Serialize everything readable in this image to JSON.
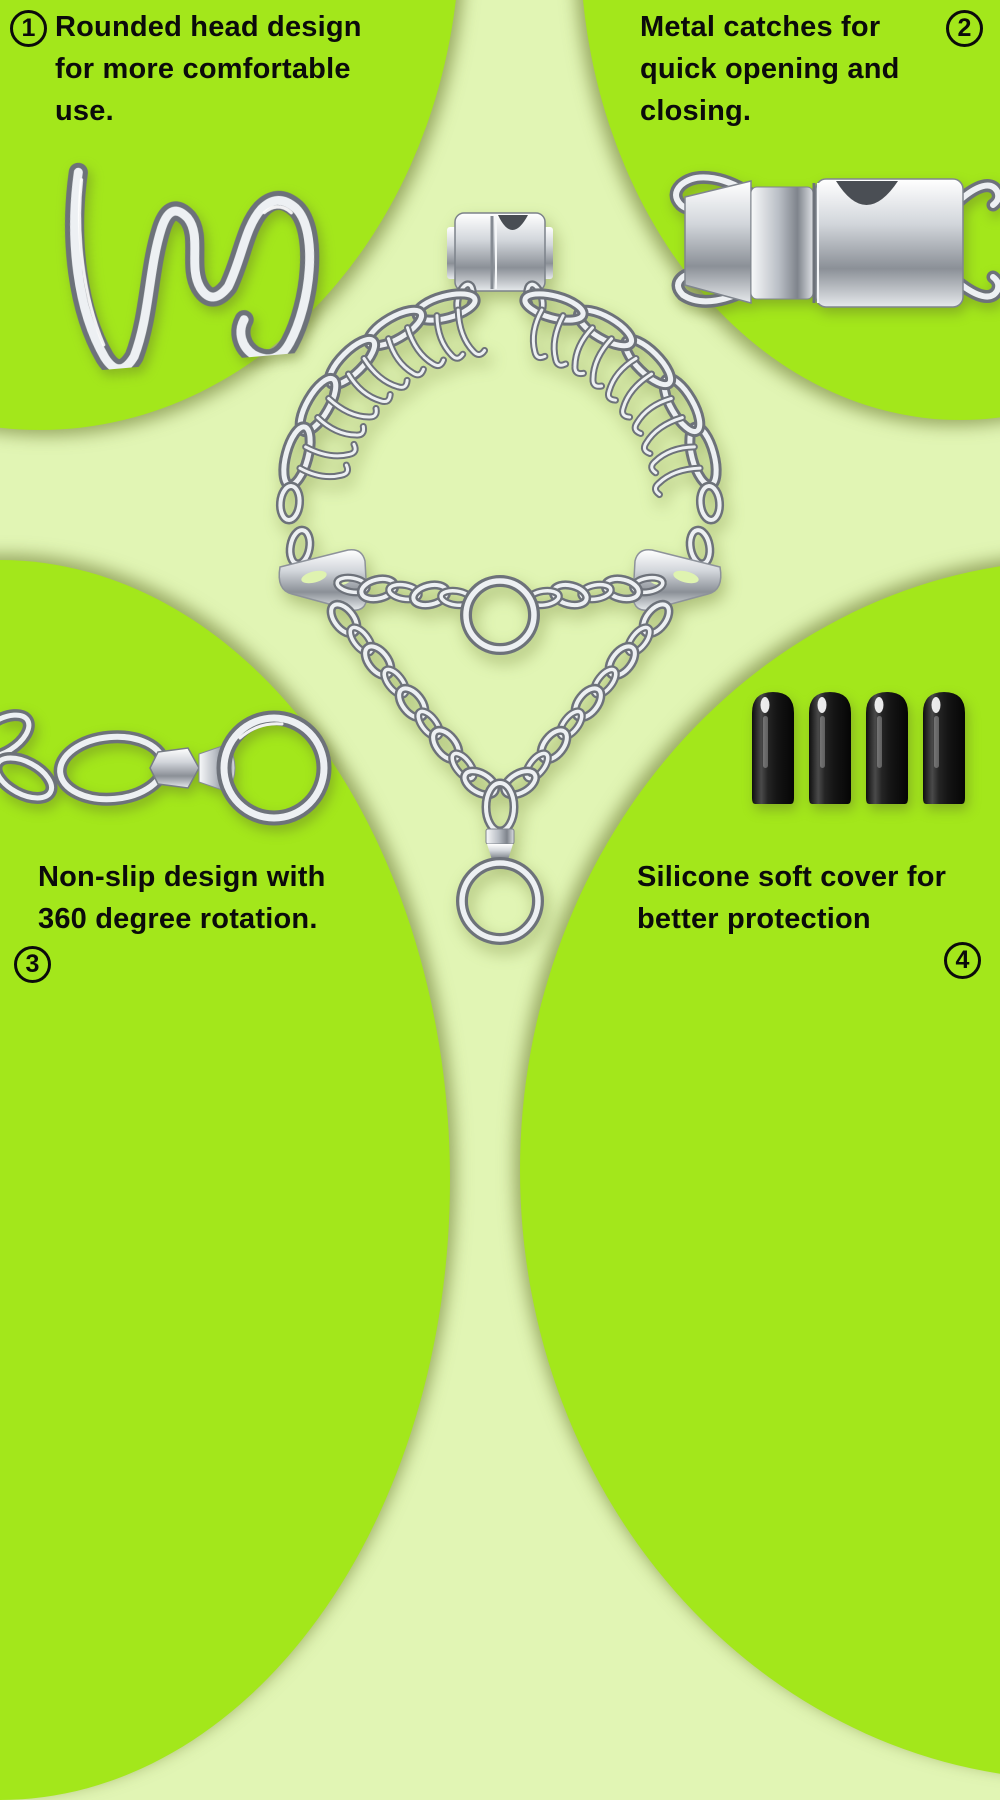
{
  "page": {
    "background_color": "#e1f5b4",
    "blob_color": "#a3e71b",
    "text_color": "#0b0b0b"
  },
  "features": [
    {
      "number": "1",
      "position": "top-left",
      "lines": [
        "Rounded head design",
        "for more comfortable",
        "use."
      ],
      "image": "prong-link-photo"
    },
    {
      "number": "2",
      "position": "top-right",
      "lines": [
        "Metal catches for",
        "quick opening and",
        "closing."
      ],
      "image": "quick-release-buckle-photo"
    },
    {
      "number": "3",
      "position": "bottom-left",
      "lines": [
        "Non-slip design with",
        "360 degree rotation."
      ],
      "image": "swivel-rotation-photo"
    },
    {
      "number": "4",
      "position": "bottom-right",
      "lines": [
        "Silicone soft cover for",
        "better protection"
      ],
      "image": "silicone-caps-photo"
    }
  ],
  "center_image": "prong-collar-with-quick-release-buckle-chain-and-swivel-ring"
}
